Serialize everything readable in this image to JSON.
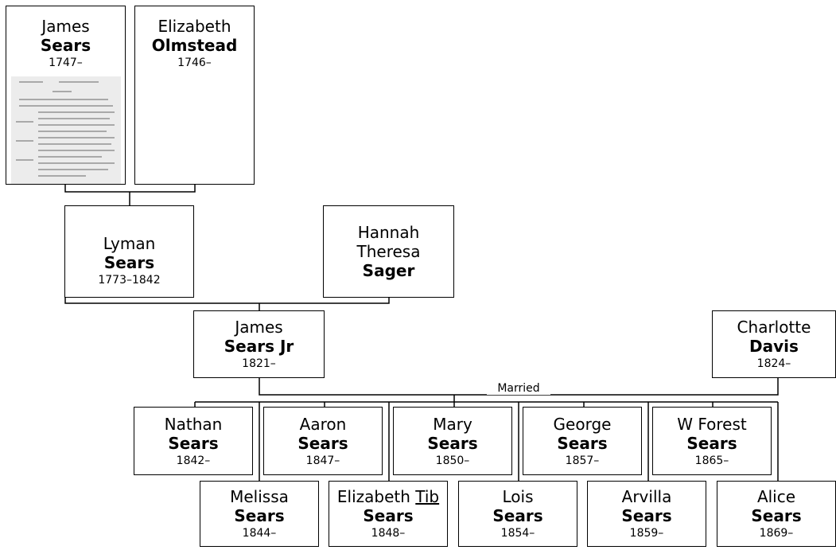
{
  "people": {
    "james_sr": {
      "first": "James",
      "last": "Sears",
      "years": "1747–",
      "media": "scanned-record-thumbnail"
    },
    "elizabeth": {
      "first": "Elizabeth",
      "last": "Olmstead",
      "years": "1746–"
    },
    "lyman": {
      "first": "Lyman",
      "last": "Sears",
      "years": "1773–1842"
    },
    "hannah": {
      "first": "Hannah",
      "middle": "Theresa",
      "last": "Sager"
    },
    "james_jr": {
      "first": "James",
      "last": "Sears Jr",
      "years": "1821–"
    },
    "charlotte": {
      "first": "Charlotte",
      "last": "Davis",
      "years": "1824–"
    }
  },
  "marriage_label": "Married",
  "children": [
    {
      "first": "Nathan",
      "last": "Sears",
      "years": "1842–"
    },
    {
      "first": "Melissa",
      "last": "Sears",
      "years": "1844–"
    },
    {
      "first": "Aaron",
      "last": "Sears",
      "years": "1847–"
    },
    {
      "first": "Elizabeth",
      "nickname": "Tib",
      "last": "Sears",
      "years": "1848–"
    },
    {
      "first": "Mary",
      "last": "Sears",
      "years": "1850–"
    },
    {
      "first": "Lois",
      "last": "Sears",
      "years": "1854–"
    },
    {
      "first": "George",
      "last": "Sears",
      "years": "1857–"
    },
    {
      "first": "Arvilla",
      "last": "Sears",
      "years": "1859–"
    },
    {
      "first": "W Forest",
      "last": "Sears",
      "years": "1865–"
    },
    {
      "first": "Alice",
      "last": "Sears",
      "years": "1869–"
    }
  ]
}
